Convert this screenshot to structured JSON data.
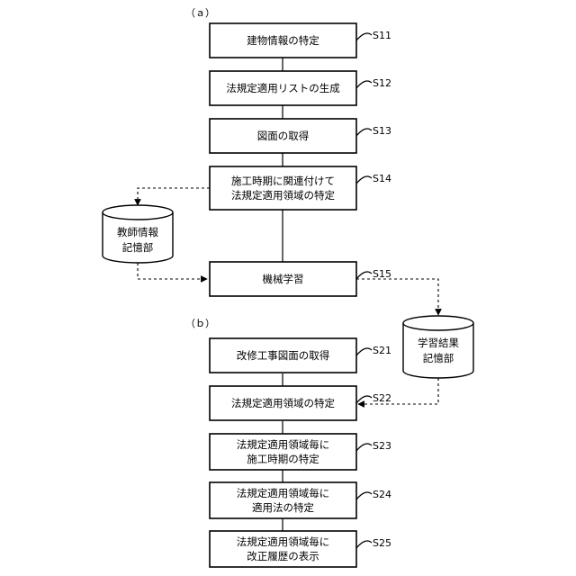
{
  "sections": {
    "a_label": "（ａ）",
    "b_label": "（ｂ）"
  },
  "steps_a": [
    {
      "id": "S11",
      "lines": [
        "建物情報の特定"
      ]
    },
    {
      "id": "S12",
      "lines": [
        "法規定適用リストの生成"
      ]
    },
    {
      "id": "S13",
      "lines": [
        "図面の取得"
      ]
    },
    {
      "id": "S14",
      "lines": [
        "施工時期に関連付けて",
        "法規定適用領域の特定"
      ]
    },
    {
      "id": "S15",
      "lines": [
        "機械学習"
      ]
    }
  ],
  "steps_b": [
    {
      "id": "S21",
      "lines": [
        "改修工事図面の取得"
      ]
    },
    {
      "id": "S22",
      "lines": [
        "法規定適用領域の特定"
      ]
    },
    {
      "id": "S23",
      "lines": [
        "法規定適用領域毎に",
        "施工時期の特定"
      ]
    },
    {
      "id": "S24",
      "lines": [
        "法規定適用領域毎に",
        "適用法の特定"
      ]
    },
    {
      "id": "S25",
      "lines": [
        "法規定適用領域毎に",
        "改正履歴の表示"
      ]
    }
  ],
  "databases": {
    "teacher": [
      "教師情報",
      "記憶部"
    ],
    "learning": [
      "学習結果",
      "記憶部"
    ]
  }
}
